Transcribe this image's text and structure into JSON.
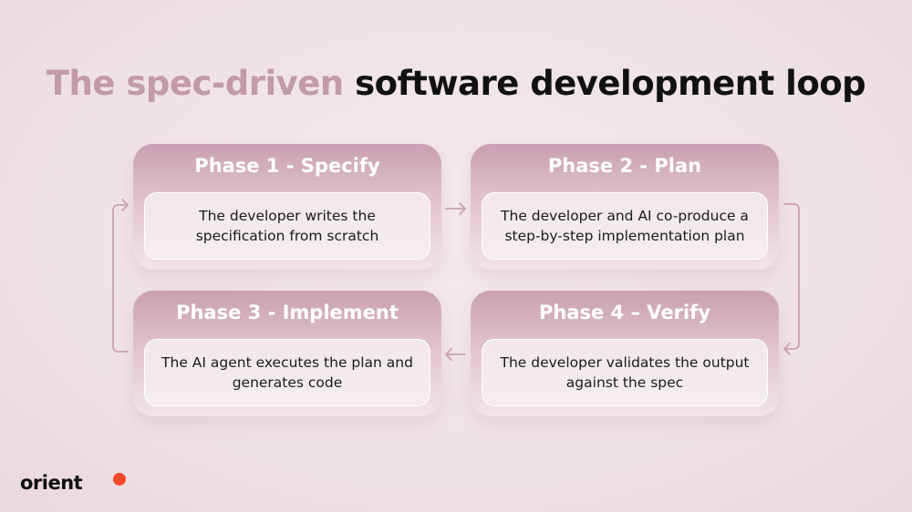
{
  "title": {
    "accent": "The spec-driven",
    "rest": "software development loop"
  },
  "phases": [
    {
      "title": "Phase 1 - Specify",
      "body": "The developer writes the specification from scratch"
    },
    {
      "title": "Phase 2 - Plan",
      "body": "The developer and AI co-produce a step-by-step implementation plan"
    },
    {
      "title": "Phase 3 - Implement",
      "body": "The AI agent executes the plan and generates code"
    },
    {
      "title": "Phase 4 – Verify",
      "body": "The developer validates the output against the spec"
    }
  ],
  "logo": {
    "text": "orient"
  },
  "colors": {
    "accent": "#c39aa8",
    "card_top": "#c9a0b1",
    "arrow": "#c9a0b1",
    "logo_dot": "#f24a2a"
  }
}
